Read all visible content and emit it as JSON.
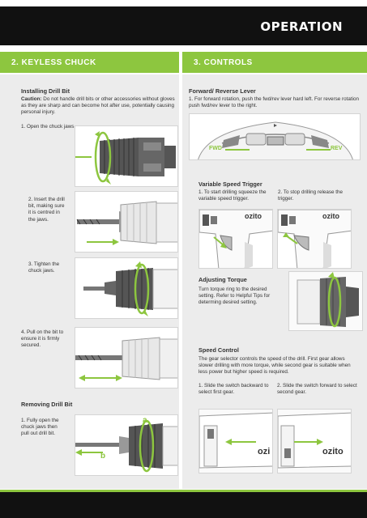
{
  "header": {
    "title": "OPERATION"
  },
  "sections": {
    "keyless_chuck": {
      "title": "2.  KEYLESS CHUCK"
    },
    "controls": {
      "title": "3.  CONTROLS"
    }
  },
  "installing": {
    "heading": "Installing Drill Bit",
    "caution_label": "Caution:",
    "caution_text": " Do not handle drill bits or other accessories without gloves as they are sharp and can become hot after use, potentially causing personal injury.",
    "step1": "1.  Open the chuck jaws.",
    "step2": "2.  Insert the drill bit, making sure it is centred in the jaws.",
    "step3": "3.  Tighten the chuck jaws.",
    "step4": "4.  Pull on the bit to ensure it is firmly secured."
  },
  "removing": {
    "heading": "Removing Drill Bit",
    "step1": "1.  Fully open the chuck jaws then pull out drill bit.",
    "label_a": "a",
    "label_b": "b"
  },
  "forward_reverse": {
    "heading": "Forward/ Reverse Lever",
    "text": "1.  For forward rotation, push the fwd/rev lever hard left. For reverse rotation push fwd/rev lever to the right.",
    "fwd_label": "FWD",
    "rev_label": "REV"
  },
  "variable_speed": {
    "heading": "Variable Speed Trigger",
    "step1": "1.  To start drilling squeeze the variable speed trigger.",
    "step2": "2.  To stop drilling release the trigger.",
    "brand": "ozito"
  },
  "torque": {
    "heading": "Adjusting Torque",
    "text": "Turn torque ring to the desired setting. Refer to Helpful Tips for determing desired setting."
  },
  "speed_control": {
    "heading": "Speed Control",
    "text": "The gear selector controls the speed of the drill. First gear allows slower drilling with more torque, while second gear is suitable when less power but higher speed is required.",
    "step1": "1.  Slide the switch backward to select first gear.",
    "step2": "2.  Slide the switch forward to select second gear.",
    "brand": "ozito",
    "brand_partial": "ozi"
  },
  "colors": {
    "accent": "#8dc63f",
    "dark": "#111111",
    "panel": "#ececec"
  }
}
